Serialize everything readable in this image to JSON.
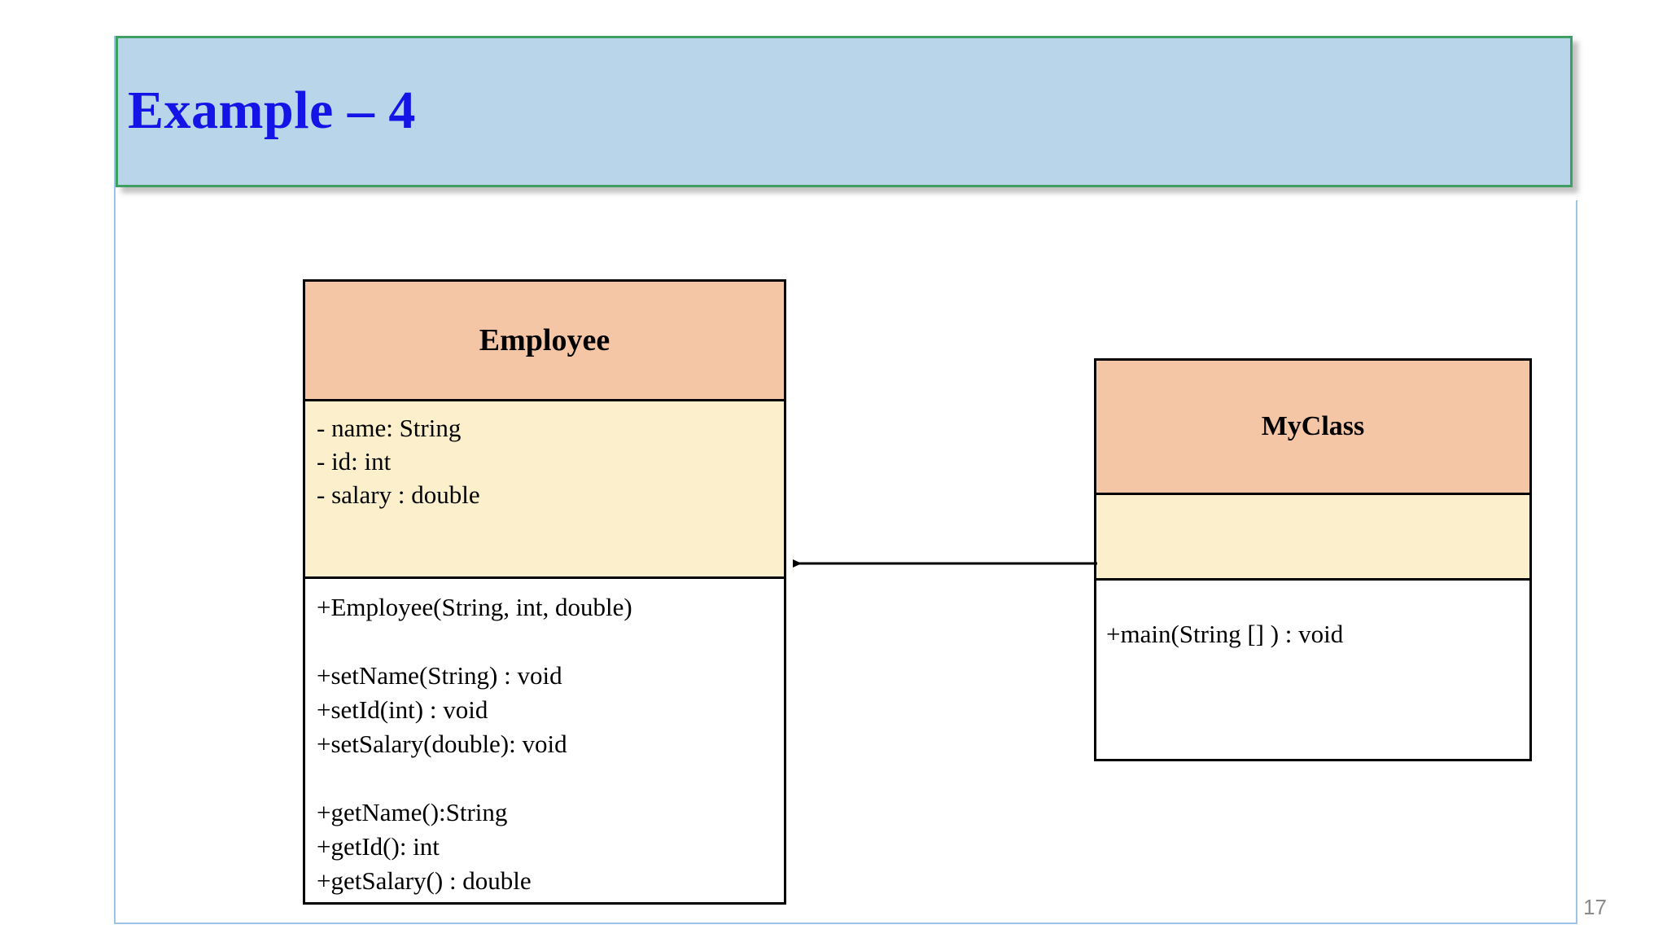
{
  "slide": {
    "title": "Example – 4",
    "page_number": "17",
    "colors": {
      "title_text": "#1414e6",
      "banner_fill": "#b9d5e9",
      "banner_border": "#3f9e62",
      "frame_border": "#9dc3e6",
      "class_header_fill": "#f5c6a5",
      "class_attrs_fill": "#fcefcb",
      "class_body_fill": "#ffffff",
      "class_border": "#000000",
      "page_number_color": "#8a8a8a"
    }
  },
  "diagram": {
    "type": "uml-class-diagram",
    "classes": [
      {
        "name": "Employee",
        "attributes": [
          "- name: String",
          "- id: int",
          "- salary : double"
        ],
        "methods": [
          "+Employee(String, int, double)",
          "",
          "+setName(String) : void",
          "+setId(int) : void",
          "+setSalary(double): void",
          "",
          "+getName():String",
          "+getId(): int",
          "+getSalary() : double"
        ]
      },
      {
        "name": "MyClass",
        "attributes": [],
        "methods": [
          "+main(String [] ) : void"
        ]
      }
    ],
    "relationships": [
      {
        "from": "MyClass",
        "to": "Employee",
        "style": "solid-line",
        "arrowhead": "filled-triangle-at-target",
        "label": ""
      }
    ]
  }
}
